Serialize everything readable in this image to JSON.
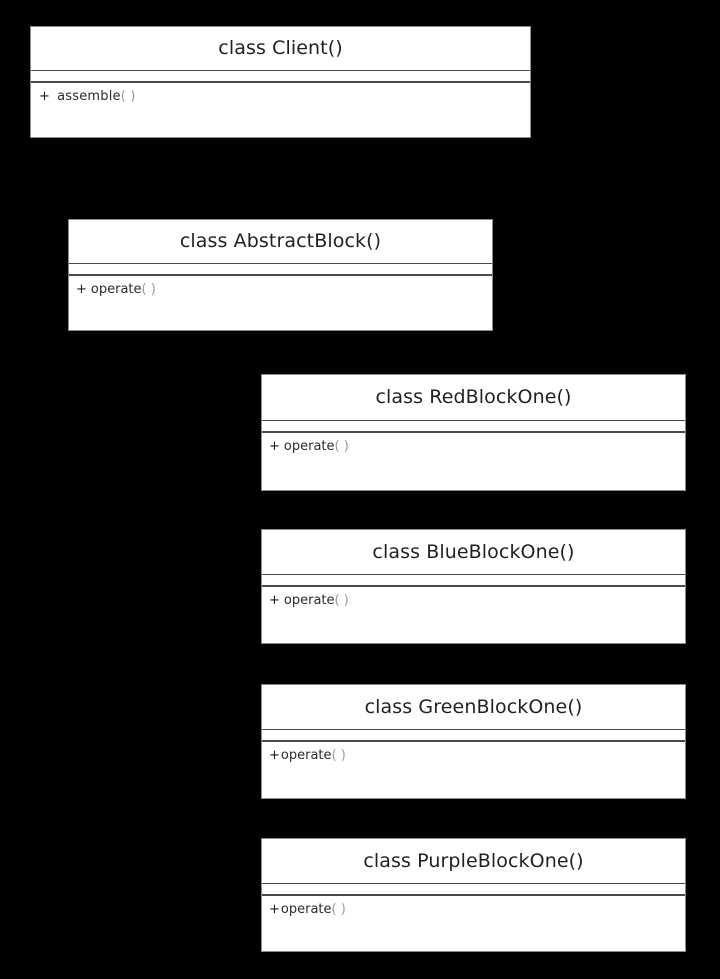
{
  "diagram": {
    "kind": "uml-class-diagram",
    "background_color": "#000000",
    "box_fill_color": "#ffffff",
    "box_border_color": "#8a8a8a",
    "divider_color": "#4a4a4a",
    "title_color": "#231f20",
    "method_color": "#1a1a1a",
    "parens_color": "#9a9a9a",
    "classes": [
      {
        "id": "client",
        "title": "class Client()",
        "attributes": [],
        "methods": [
          {
            "visibility": "+",
            "name": "assemble",
            "parens": "( )"
          }
        ]
      },
      {
        "id": "abstractblock",
        "title": "class AbstractBlock()",
        "attributes": [],
        "methods": [
          {
            "visibility": "+",
            "name": "operate",
            "parens": "( )"
          }
        ]
      },
      {
        "id": "redblockone",
        "title": "class RedBlockOne()",
        "attributes": [],
        "methods": [
          {
            "visibility": "+",
            "name": "operate",
            "parens": "( )"
          }
        ]
      },
      {
        "id": "blueblockone",
        "title": "class BlueBlockOne()",
        "attributes": [],
        "methods": [
          {
            "visibility": "+",
            "name": "operate",
            "parens": "( )"
          }
        ]
      },
      {
        "id": "greenblockone",
        "title": "class GreenBlockOne()",
        "attributes": [],
        "methods": [
          {
            "visibility": "+",
            "name": "operate",
            "parens": "( )"
          }
        ]
      },
      {
        "id": "purpleblockone",
        "title": "class PurpleBlockOne()",
        "attributes": [],
        "methods": [
          {
            "visibility": "+",
            "name": "operate",
            "parens": "( )"
          }
        ]
      }
    ]
  }
}
